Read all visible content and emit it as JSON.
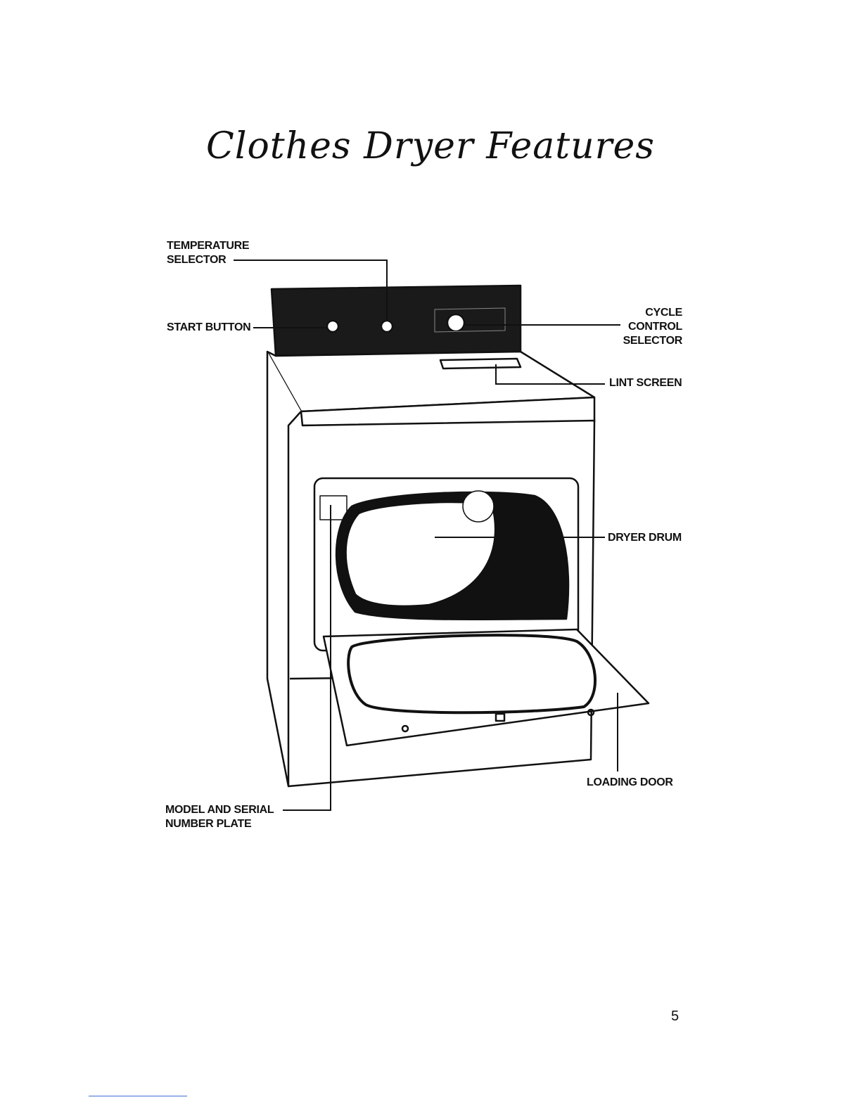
{
  "page": {
    "title": "Clothes Dryer Features",
    "page_number": "5"
  },
  "callouts": {
    "temperature_selector": [
      "TEMPERATURE",
      "SELECTOR"
    ],
    "start_button": [
      "START BUTTON"
    ],
    "cycle_control_selector": [
      "CYCLE",
      "CONTROL",
      "SELECTOR"
    ],
    "lint_screen": [
      "LINT SCREEN"
    ],
    "dryer_drum": [
      "DRYER DRUM"
    ],
    "loading_door": [
      "LOADING DOOR"
    ],
    "model_serial_plate": [
      "MODEL AND SERIAL",
      "NUMBER PLATE"
    ]
  }
}
